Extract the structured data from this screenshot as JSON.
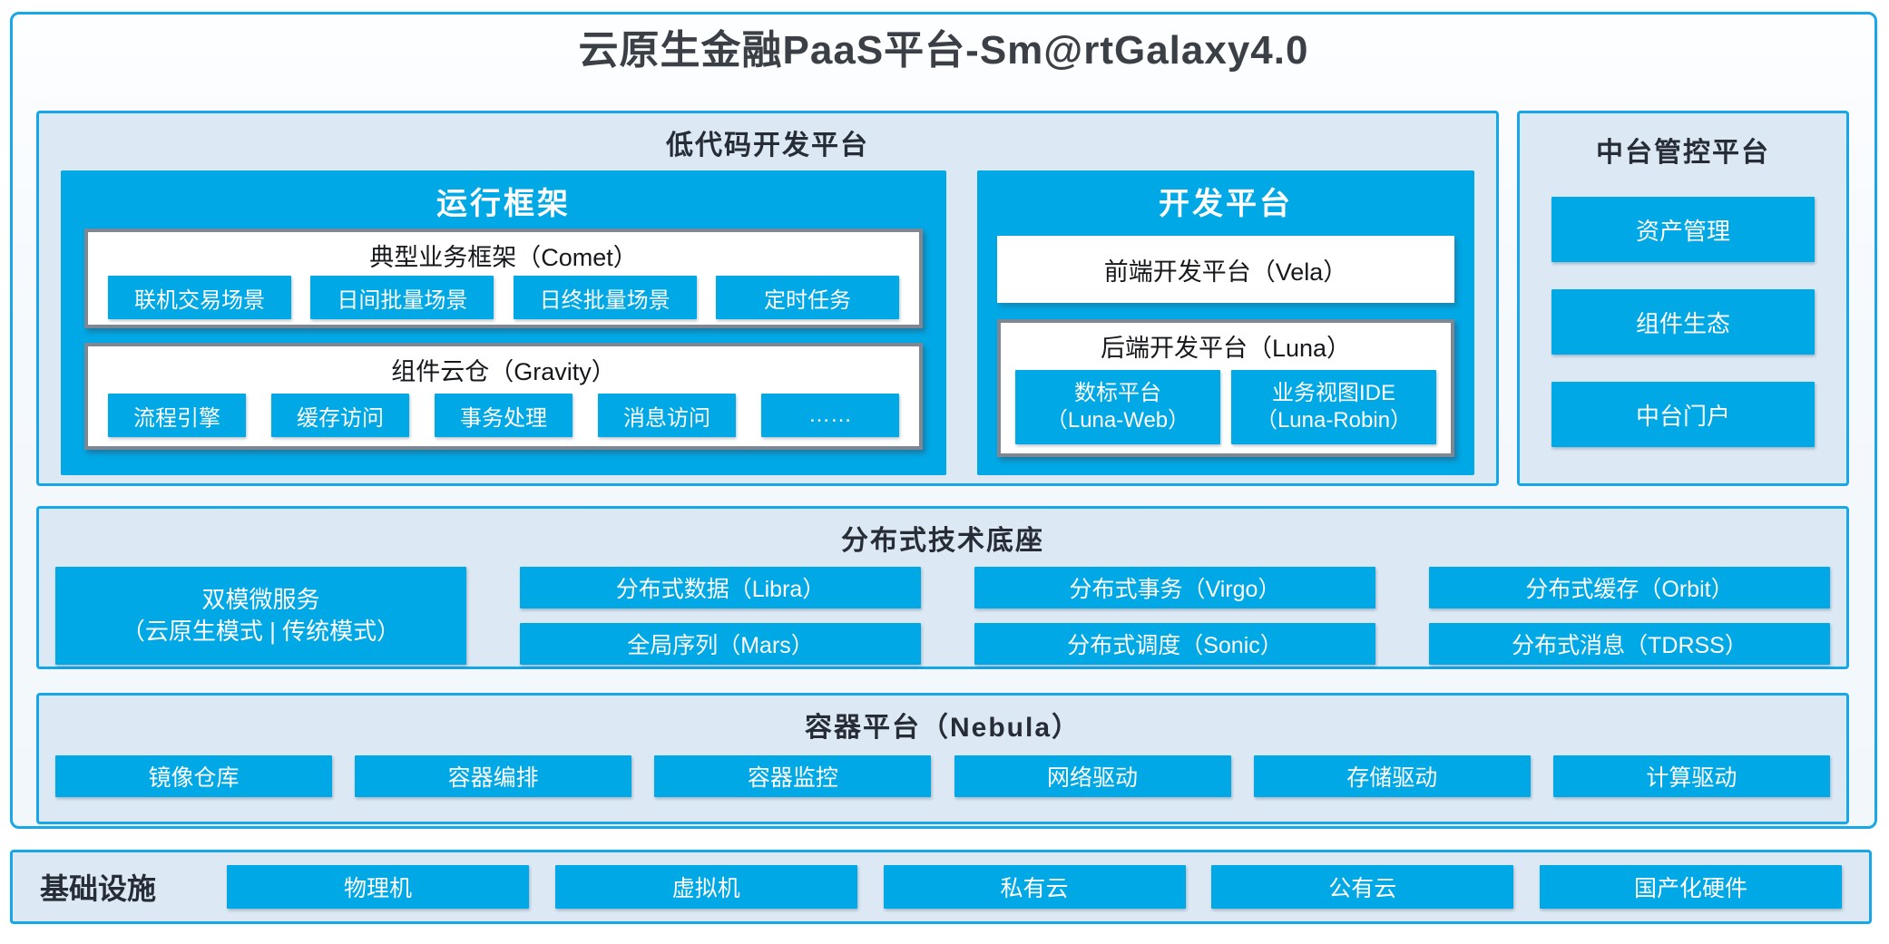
{
  "title": "云原生金融PaaS平台-Sm@rtGalaxy4.0",
  "colors": {
    "accent_blue": "#00a8e6",
    "panel_background": "#dce8f4",
    "border_blue": "#16a7e8",
    "border_gray": "#7d8894"
  },
  "lowcode": {
    "title": "低代码开发平台",
    "runtime": {
      "title": "运行框架",
      "comet": {
        "title": "典型业务框架（Comet）",
        "items": [
          "联机交易场景",
          "日间批量场景",
          "日终批量场景",
          "定时任务"
        ]
      },
      "gravity": {
        "title": "组件云仓（Gravity）",
        "items": [
          "流程引擎",
          "缓存访问",
          "事务处理",
          "消息访问",
          "……"
        ]
      }
    },
    "dev": {
      "title": "开发平台",
      "vela": "前端开发平台（Vela）",
      "luna": {
        "title": "后端开发平台（Luna）",
        "items": [
          {
            "line1": "数标平台",
            "line2": "（Luna-Web）"
          },
          {
            "line1": "业务视图IDE",
            "line2": "（Luna-Robin）"
          }
        ]
      }
    }
  },
  "midplatform": {
    "title": "中台管控平台",
    "items": [
      "资产管理",
      "组件生态",
      "中台门户"
    ]
  },
  "distributed": {
    "title": "分布式技术底座",
    "dual_mode": {
      "line1": "双模微服务",
      "line2": "（云原生模式 | 传统模式）"
    },
    "columns": [
      [
        "分布式数据（Libra）",
        "全局序列（Mars）"
      ],
      [
        "分布式事务（Virgo）",
        "分布式调度（Sonic）"
      ],
      [
        "分布式缓存（Orbit）",
        "分布式消息（TDRSS）"
      ]
    ]
  },
  "container_platform": {
    "title": "容器平台（Nebula）",
    "items": [
      "镜像仓库",
      "容器编排",
      "容器监控",
      "网络驱动",
      "存储驱动",
      "计算驱动"
    ]
  },
  "infrastructure": {
    "title": "基础设施",
    "items": [
      "物理机",
      "虚拟机",
      "私有云",
      "公有云",
      "国产化硬件"
    ]
  }
}
